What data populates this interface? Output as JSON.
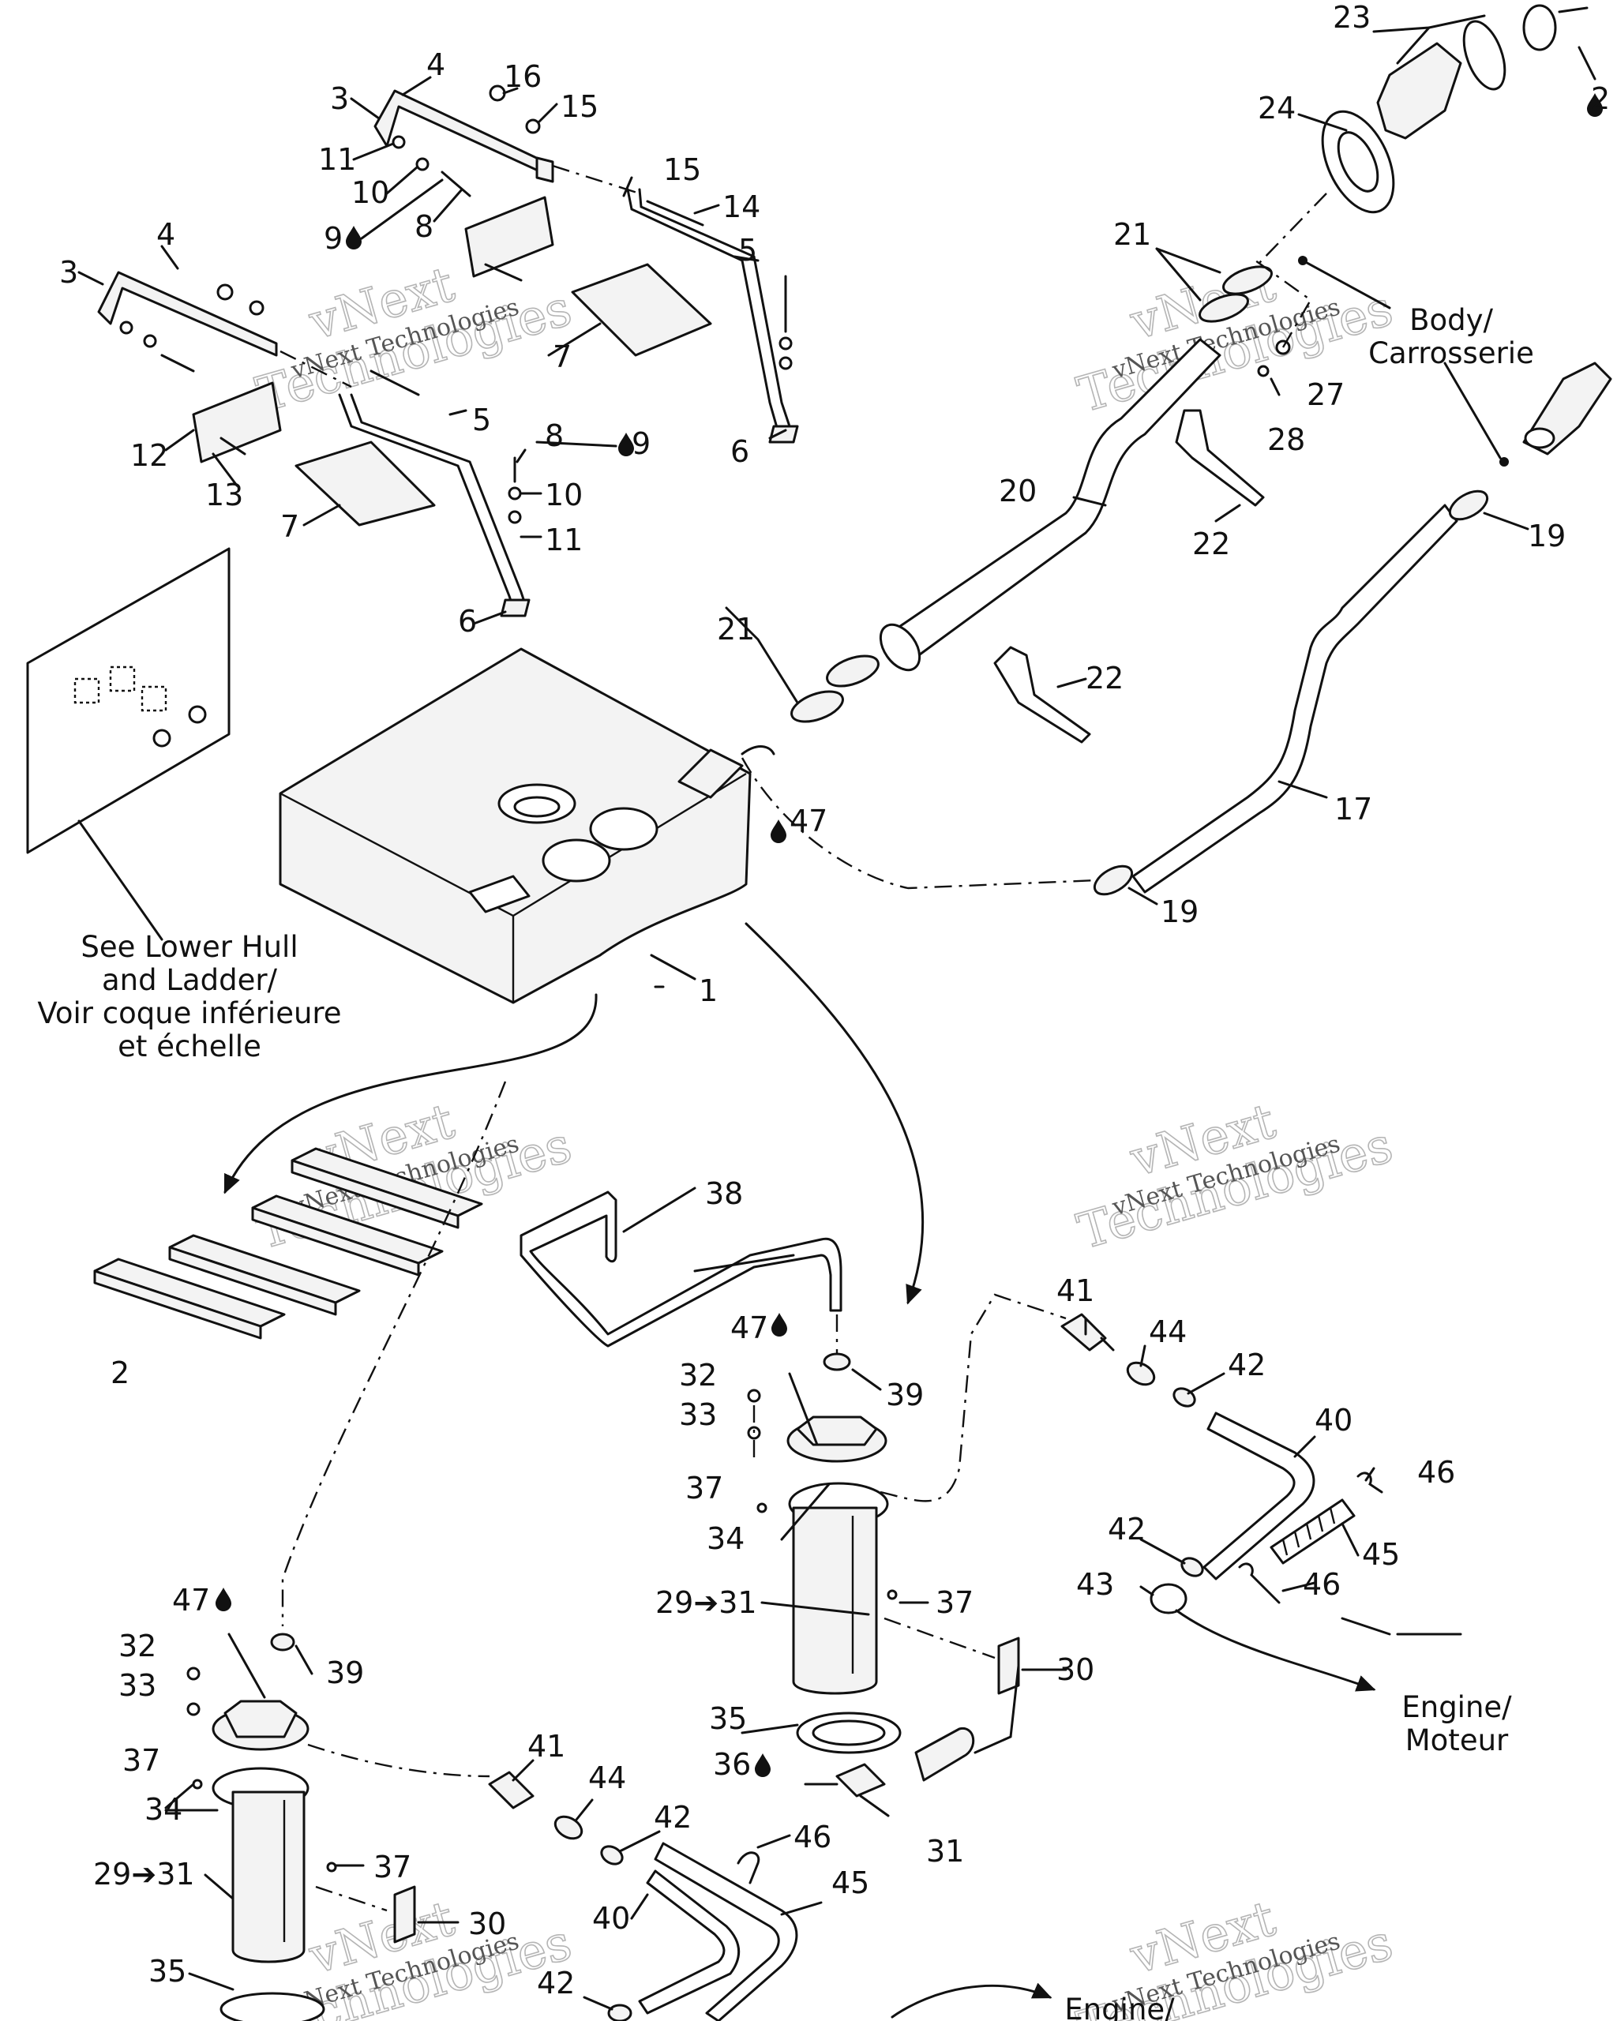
{
  "callouts": {
    "c1": "1",
    "c2": "2",
    "c3": "3",
    "c4": "4",
    "c5": "5",
    "c6": "6",
    "c7": "7",
    "c8": "8",
    "c9": "9",
    "c10": "10",
    "c11": "11",
    "c12": "12",
    "c13": "13",
    "c14": "14",
    "c15": "15",
    "c16": "16",
    "c17": "17",
    "c19": "19",
    "c20": "20",
    "c21": "21",
    "c22": "22",
    "c23": "23",
    "c24": "24",
    "c27": "27",
    "c28": "28",
    "c29_31": "29➔31",
    "c30": "30",
    "c31": "31",
    "c32": "32",
    "c33": "33",
    "c34": "34",
    "c35": "35",
    "c36": "36",
    "c37": "37",
    "c38": "38",
    "c39": "39",
    "c40": "40",
    "c41": "41",
    "c42": "42",
    "c43": "43",
    "c44": "44",
    "c45": "45",
    "c46": "46",
    "c47": "47"
  },
  "notes": {
    "see_lower_hull_line1": "See Lower Hull",
    "see_lower_hull_line2": "and Ladder/",
    "see_lower_hull_line3": "Voir coque inférieure",
    "see_lower_hull_line4": "et échelle",
    "body_line1": "Body/",
    "body_line2": "Carrosserie",
    "engine_line1": "Engine/",
    "engine_line2": "Moteur"
  },
  "watermark": {
    "line1": "vNext",
    "line2": "Technologies",
    "caption": "vNext Technologies"
  },
  "icons": {
    "drop": "sealant-drop-icon"
  }
}
